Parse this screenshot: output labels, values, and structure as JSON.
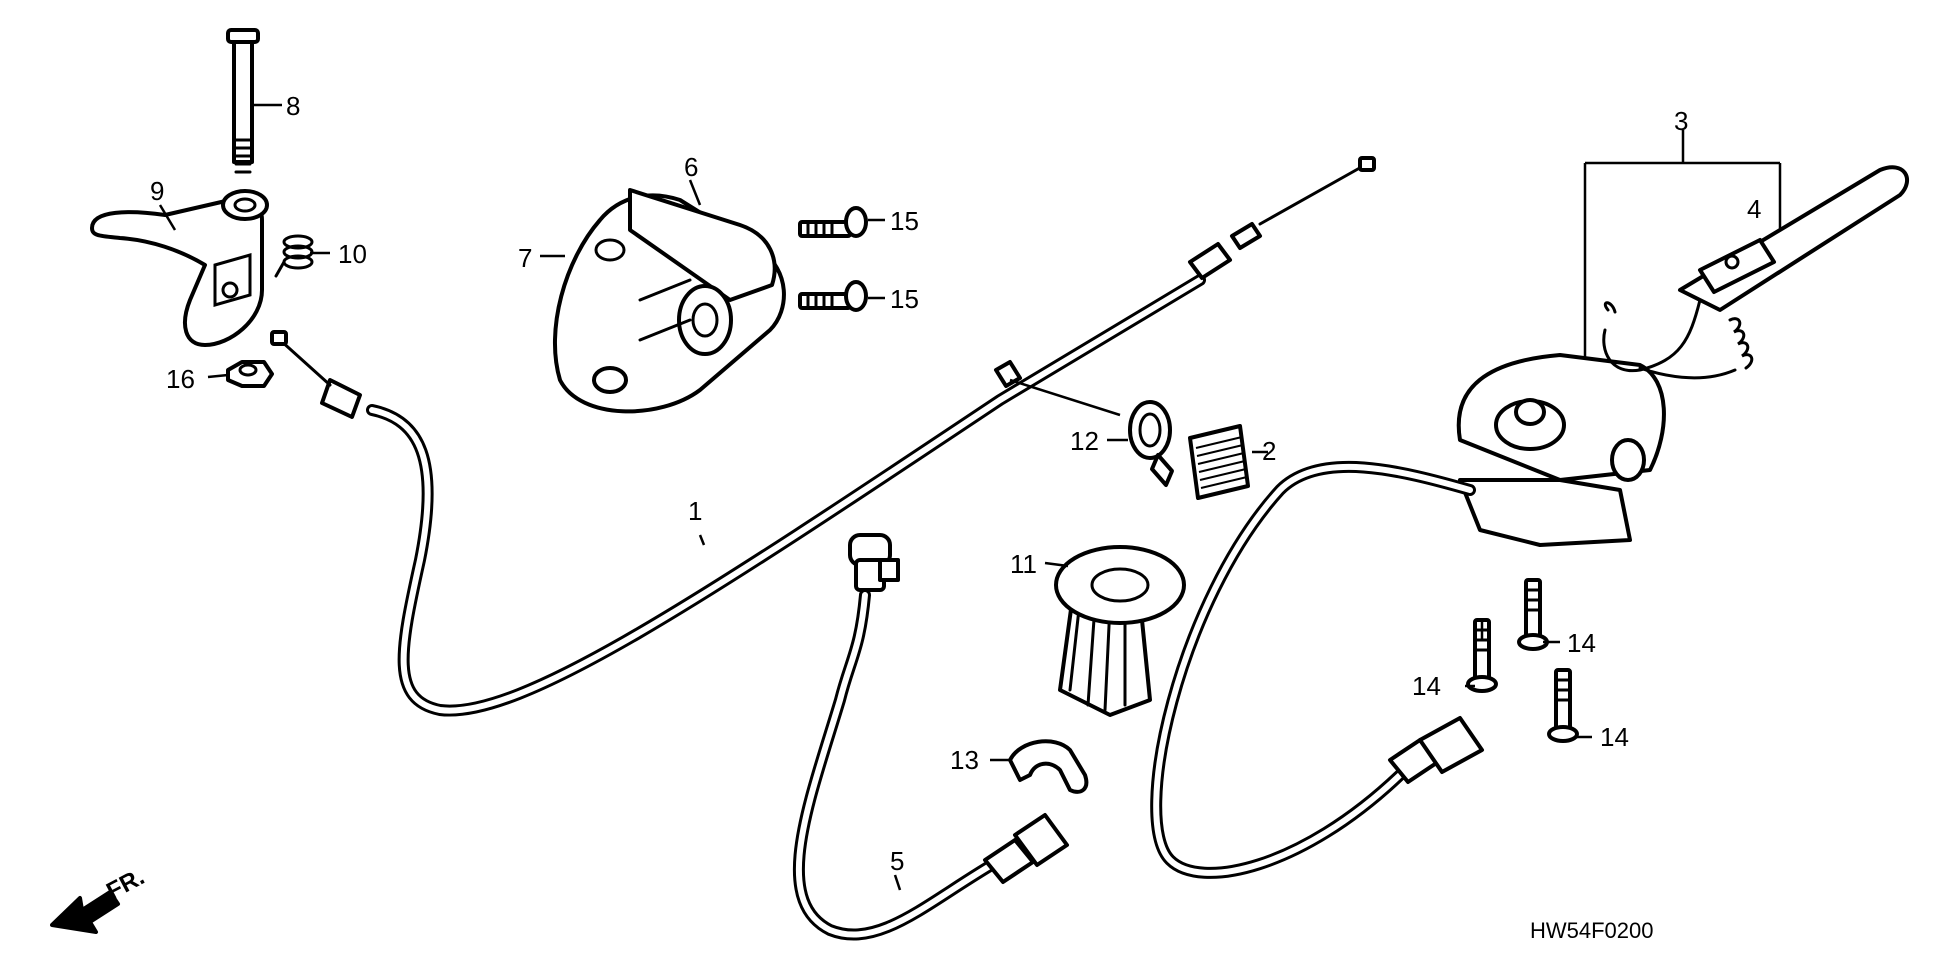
{
  "diagram": {
    "code": "HW54F0200",
    "front_marker": "FR.",
    "callouts": {
      "c1": "1",
      "c2": "2",
      "c3": "3",
      "c4": "4",
      "c5": "5",
      "c6": "6",
      "c7": "7",
      "c8": "8",
      "c9": "9",
      "c10": "10",
      "c11": "11",
      "c12": "12",
      "c13": "13",
      "c14a": "14",
      "c14b": "14",
      "c14c": "14",
      "c15a": "15",
      "c15b": "15",
      "c16": "16"
    }
  },
  "colors": {
    "ink": "#000000",
    "paper": "#ffffff"
  }
}
